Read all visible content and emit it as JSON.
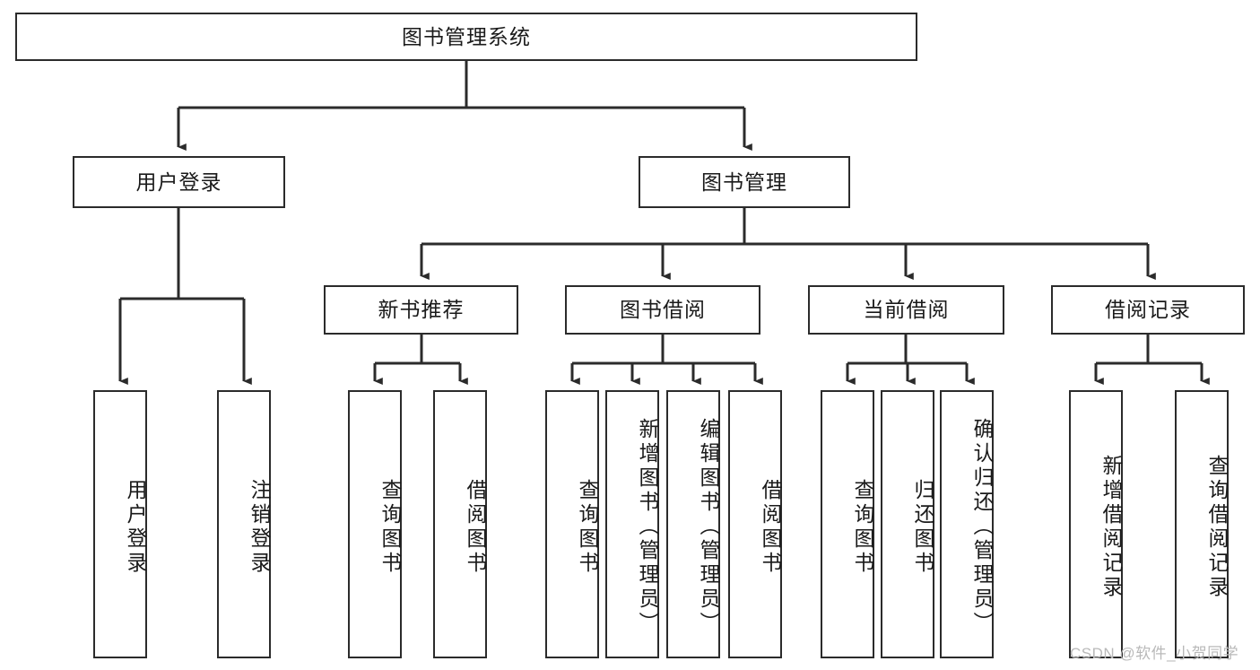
{
  "diagram": {
    "type": "hierarchy-tree",
    "title": "图书管理系统",
    "orientation": "top-down",
    "levels": 4,
    "root": {
      "id": "root",
      "label": "图书管理系统",
      "orientation": "horizontal"
    },
    "level2": [
      {
        "id": "user-login",
        "label": "用户登录",
        "orientation": "horizontal"
      },
      {
        "id": "book-manage",
        "label": "图书管理",
        "orientation": "horizontal"
      }
    ],
    "level3": [
      {
        "id": "new-book-rec",
        "label": "新书推荐",
        "orientation": "horizontal",
        "parent": "book-manage"
      },
      {
        "id": "book-borrow",
        "label": "图书借阅",
        "orientation": "horizontal",
        "parent": "book-manage"
      },
      {
        "id": "current-borrow",
        "label": "当前借阅",
        "orientation": "horizontal",
        "parent": "book-manage"
      },
      {
        "id": "borrow-record",
        "label": "借阅记录",
        "orientation": "horizontal",
        "parent": "book-manage"
      }
    ],
    "leaves": [
      {
        "id": "leaf-user-login",
        "label": "用户登录",
        "orientation": "vertical",
        "parent": "user-login"
      },
      {
        "id": "leaf-user-logout",
        "label": "注销登录",
        "orientation": "vertical",
        "parent": "user-login"
      },
      {
        "id": "leaf-query-book-1",
        "label": "查询图书",
        "orientation": "vertical",
        "parent": "new-book-rec"
      },
      {
        "id": "leaf-borrow-book-1",
        "label": "借阅图书",
        "orientation": "vertical",
        "parent": "new-book-rec"
      },
      {
        "id": "leaf-query-book-2",
        "label": "查询图书",
        "orientation": "vertical",
        "parent": "book-borrow"
      },
      {
        "id": "leaf-add-book",
        "label": "新增图书（管理员）",
        "orientation": "vertical",
        "parent": "book-borrow"
      },
      {
        "id": "leaf-edit-book",
        "label": "编辑图书（管理员）",
        "orientation": "vertical",
        "parent": "book-borrow"
      },
      {
        "id": "leaf-borrow-book-2",
        "label": "借阅图书",
        "orientation": "vertical",
        "parent": "book-borrow"
      },
      {
        "id": "leaf-query-book-3",
        "label": "查询图书",
        "orientation": "vertical",
        "parent": "current-borrow"
      },
      {
        "id": "leaf-return-book",
        "label": "归还图书",
        "orientation": "vertical",
        "parent": "current-borrow"
      },
      {
        "id": "leaf-confirm-return",
        "label": "确认归还（管理员）",
        "orientation": "vertical",
        "parent": "current-borrow"
      },
      {
        "id": "leaf-add-record",
        "label": "新增借阅记录",
        "orientation": "vertical",
        "parent": "borrow-record"
      },
      {
        "id": "leaf-query-record",
        "label": "查询借阅记录",
        "orientation": "vertical",
        "parent": "borrow-record"
      }
    ]
  },
  "watermark": {
    "text": "CSDN @软件_小贺同学"
  },
  "colors": {
    "stroke": "#2b2b2b",
    "background": "#ffffff",
    "text": "#1a1a1a",
    "watermark": "#b9b9b9"
  }
}
